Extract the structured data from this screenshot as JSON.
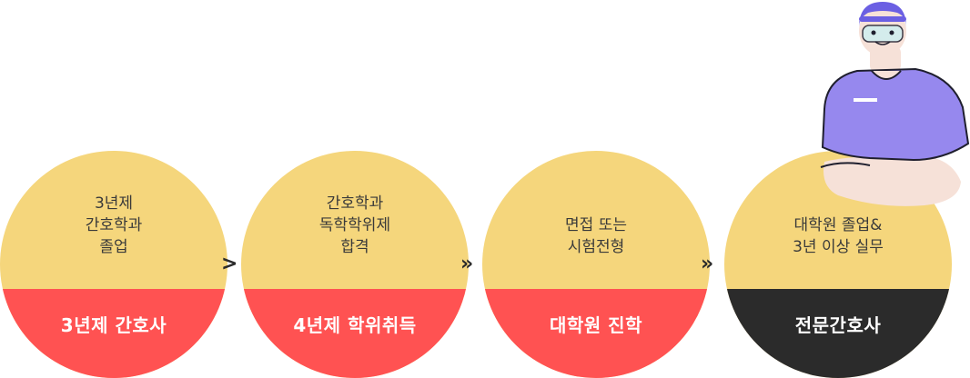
{
  "steps": [
    {
      "description": "3년제\n간호학과\n졸업",
      "title": "3년제 간호사"
    },
    {
      "description": "간호학과\n독학학위제\n합격",
      "title": "4년제 학위취득"
    },
    {
      "description": "면접 또는\n시험전형",
      "title": "대학원 진학"
    },
    {
      "description": "대학원 졸업&\n3년 이상 실무",
      "title": "전문간호사"
    }
  ],
  "arrows": [
    ">",
    "»",
    "»"
  ],
  "colors": {
    "circle_top": "#f5d67c",
    "circle_bottom": "#ff5252",
    "final_bottom": "#2b2b2b",
    "nurse_scrubs": "#9688ee",
    "nurse_hair": "#6b5fe3"
  },
  "illustration": "nurse-character"
}
